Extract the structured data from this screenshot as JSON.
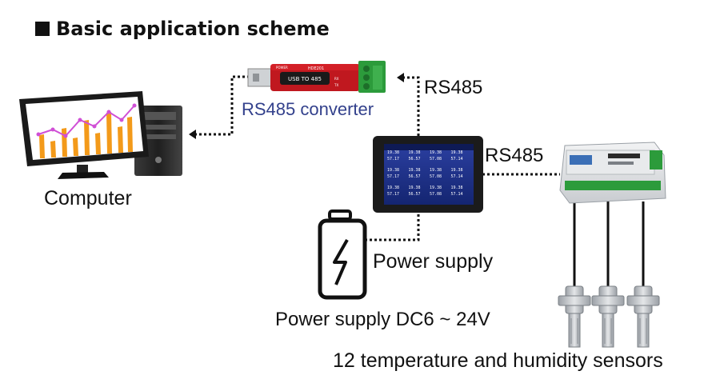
{
  "title": "Basic application scheme",
  "labels": {
    "converter": "RS485 converter",
    "rs485_top": "RS485",
    "rs485_mid": "RS485",
    "computer": "Computer",
    "power_supply": "Power supply",
    "power_supply_dc": "Power supply DC6 ~ 24V",
    "sensors": "12 temperature and humidity sensors"
  },
  "converter_device": {
    "model": "HDE201",
    "text": "USB TO 485",
    "power_led": "POWER",
    "rx_led": "RX",
    "tx_led": "TX"
  },
  "display_device": {
    "cells_row1": [
      "19.38",
      "19.38",
      "19.38",
      "19.38"
    ],
    "cells_row2": [
      "57.17",
      "56.57",
      "57.08",
      "57.14"
    ]
  },
  "colors": {
    "title": "#111111",
    "converter_label": "#33418c",
    "converter_body": "#c0181f",
    "terminal_green": "#2c9b3b",
    "screen_blue": "#1b2f8a",
    "chart_orange": "#f39a1a",
    "chart_line": "#d04fd6"
  }
}
